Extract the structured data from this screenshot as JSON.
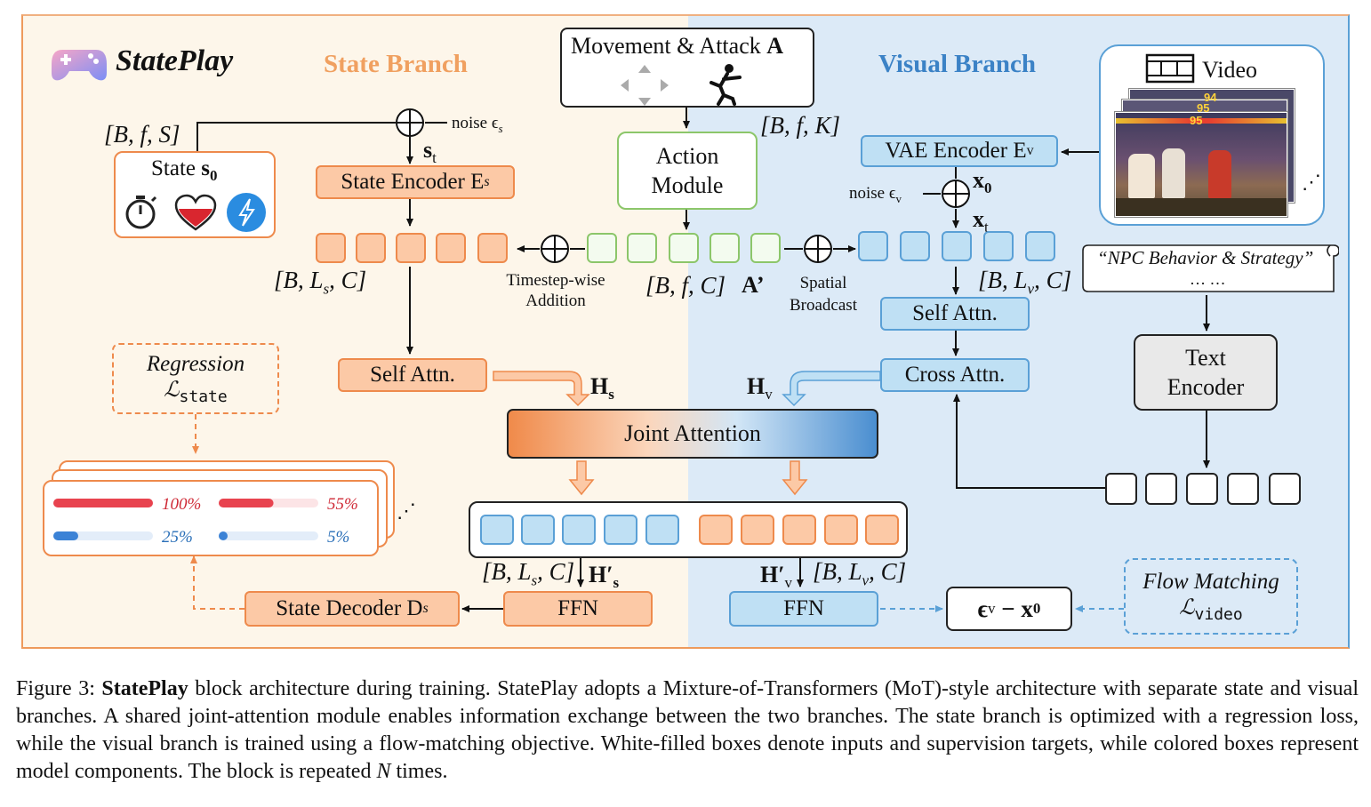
{
  "logo": {
    "text": "StatePlay"
  },
  "branches": {
    "state": "State Branch",
    "visual": "Visual Branch"
  },
  "colors": {
    "state_bg": "#fdf6ea",
    "visual_bg": "#dceaf7",
    "state_accent": "#ee8a4c",
    "visual_accent": "#3b82c6",
    "action_accent": "#8cc66a"
  },
  "inputs": {
    "movement": "Movement & Attack",
    "movement_sym": "A",
    "action_shape": "[B, f, K]",
    "state_title": "State",
    "state_sym": "s",
    "state_sub": "0",
    "state_shape": "[B, f, S]",
    "video_title": "Video",
    "npc_text": "“NPC Behavior & Strategy”",
    "npc_more": "… …"
  },
  "modules": {
    "action": [
      "Action",
      "Module"
    ],
    "state_encoder": "State Encoder E",
    "state_encoder_sub": "s",
    "vae_encoder": "VAE Encoder E",
    "vae_encoder_sub": "v",
    "self_attn_state": "Self Attn.",
    "self_attn_visual": "Self Attn.",
    "cross_attn": "Cross Attn.",
    "text_encoder": [
      "Text",
      "Encoder"
    ],
    "joint_attention": "Joint Attention",
    "ffn_state": "FFN",
    "ffn_visual": "FFN",
    "state_decoder": "State Decoder D",
    "state_decoder_sub": "s"
  },
  "labels": {
    "noise_s": "noise ϵ",
    "noise_s_sub": "s",
    "s_t": "s",
    "s_t_sub": "t",
    "noise_v": "noise ϵ",
    "noise_v_sub": "v",
    "x0": "x",
    "x0_sub": "0",
    "xt": "x",
    "xt_sub": "t",
    "state_tokens_shape": "[B, L",
    "state_tokens_shape_sub": "s",
    "state_tokens_shape_end": ", C]",
    "action_tokens_shape": "[B, f, C]",
    "action_prime": "A’",
    "visual_tokens_shape": "[B, L",
    "visual_tokens_shape_sub": "v",
    "visual_tokens_shape_end": ", C]",
    "timestep_add": [
      "Timestep-wise",
      "Addition"
    ],
    "spatial_broadcast": [
      "Spatial",
      "Broadcast"
    ],
    "hs": "H",
    "hs_sub": "s",
    "hv": "H",
    "hv_sub": "v",
    "hs_prime": "H′",
    "hs_prime_sub": "s",
    "hv_prime": "H′",
    "hv_prime_sub": "v",
    "ffn_s_shape": "[B, L",
    "ffn_s_shape_sub": "s",
    "ffn_s_shape_end": ", C]",
    "ffn_v_shape": "[B, L",
    "ffn_v_shape_sub": "v",
    "ffn_v_shape_end": ", C]"
  },
  "losses": {
    "regression_title": "Regression",
    "regression_sym": "ℒ",
    "regression_sub": "state",
    "flow_title": "Flow Matching",
    "flow_sym": "ℒ",
    "flow_sub": "video",
    "target": "ϵ",
    "target_sub": "v",
    "target_mid": " − x",
    "target_sub2": "0"
  },
  "state_bars": [
    {
      "label": "100%",
      "value": 1.0,
      "color": "#e8434f",
      "label_color": "#cf2a36"
    },
    {
      "label": "55%",
      "value": 0.55,
      "color": "#e8434f",
      "label_color": "#cf2a36"
    },
    {
      "label": "25%",
      "value": 0.25,
      "color": "#3b82d6",
      "label_color": "#2a6fb8"
    },
    {
      "label": "5%",
      "value": 0.05,
      "color": "#3b82d6",
      "label_color": "#2a6fb8"
    }
  ],
  "game_scores": [
    "94",
    "95",
    "95"
  ],
  "caption": {
    "prefix": "Figure 3: ",
    "bold": "StatePlay",
    "rest": " block architecture during training. StatePlay adopts a Mixture-of-Transformers (MoT)-style architecture with separate state and visual branches. A shared joint-attention module enables information exchange between the two branches. The state branch is optimized with a regression loss, while the visual branch is trained using a flow-matching objective. White-filled boxes denote inputs and supervision targets, while colored boxes represent model components. The block is repeated ",
    "n": "N",
    "end": " times."
  }
}
